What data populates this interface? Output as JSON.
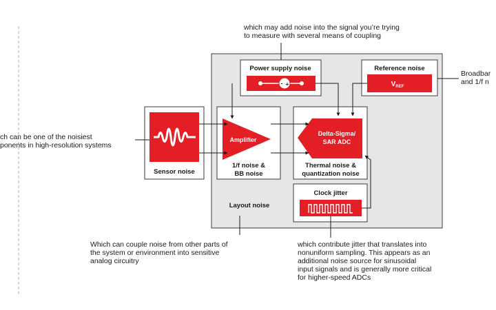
{
  "blocks": {
    "sensor": "Sensor noise",
    "amplifier": "Amplifier",
    "amp_noise": [
      "1/f noise &",
      "BB noise"
    ],
    "power_supply": "Power supply noise",
    "reference": "Reference noise",
    "vref_main": "V",
    "vref_sub": "REF",
    "adc": [
      "Delta-Sigma/",
      "SAR ADC"
    ],
    "adc_noise": [
      "Thermal noise &",
      "quantization noise"
    ],
    "clock": "Clock jitter",
    "layout": "Layout noise"
  },
  "annotations": {
    "top": "which may add noise into the signal you’re trying\nto measure with several means of coupling",
    "left": "ch can be one of the noisiest\nponents in high-resolution systems",
    "right": "Broadbar\nand 1/f n",
    "bottom_left": "Which can couple noise from other parts of\nthe system or environment into sensitive\nanalog circuitry",
    "bottom_right": "which contribute jitter that translates into\nnonuniform sampling. This appears as an\nadditional noise source for sinusoidal\ninput signals and is generally more critical\nfor higher-speed ADCs"
  },
  "colors": {
    "accent_red": "#e31e24",
    "panel_gray": "#e6e6e6",
    "outline": "#3a3a3a"
  }
}
